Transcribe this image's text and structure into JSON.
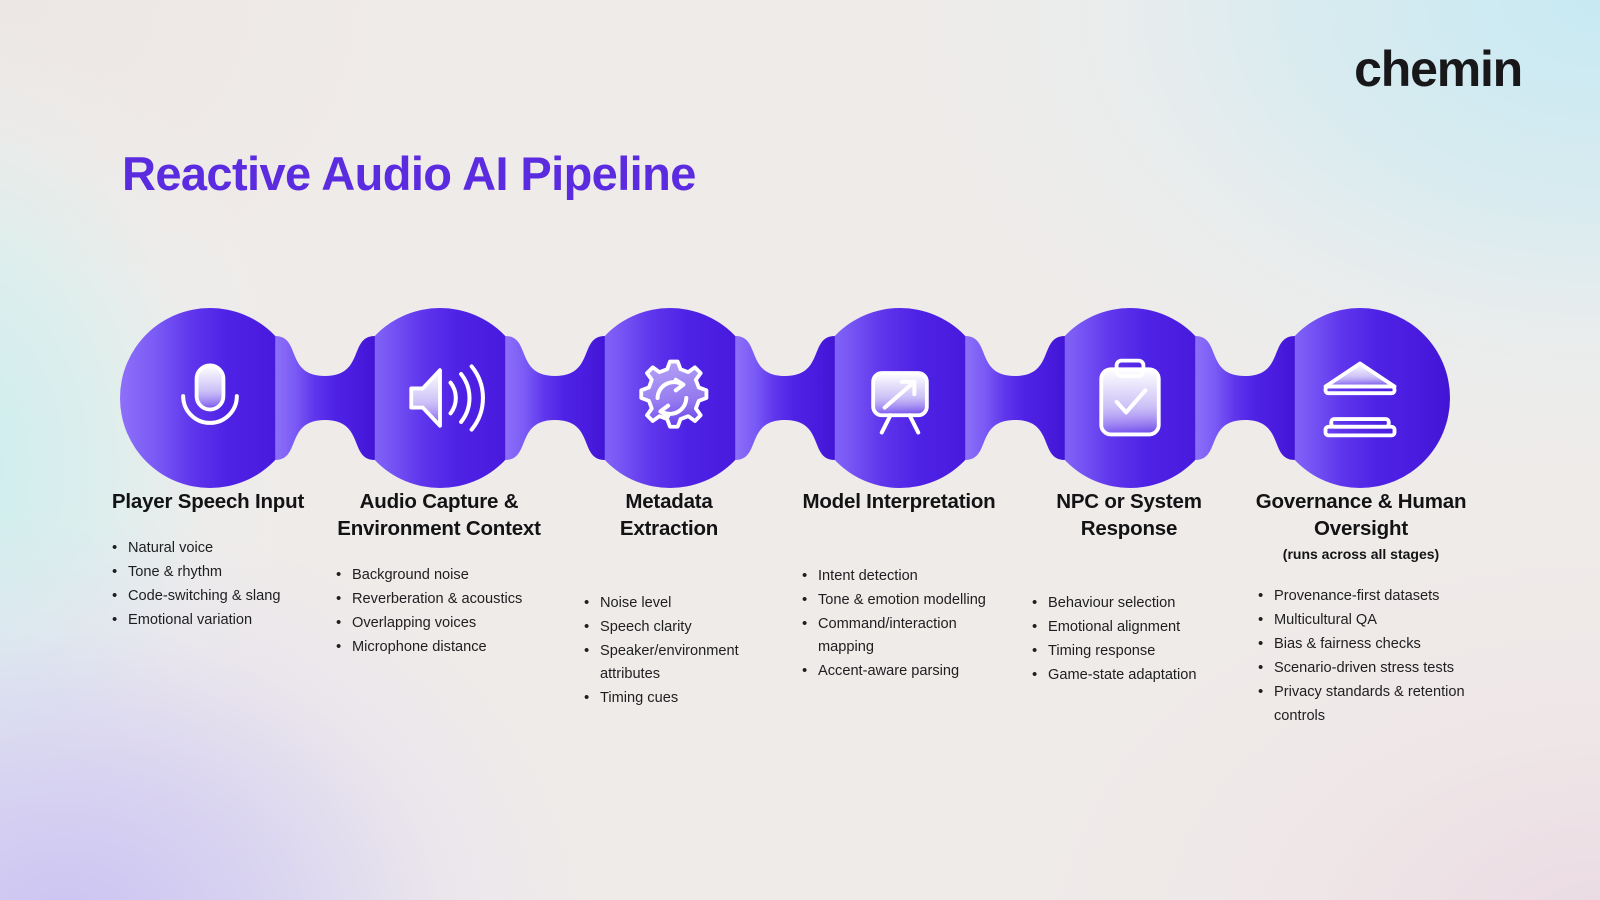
{
  "brand": {
    "logo_text": "chemin"
  },
  "header": {
    "title": "Reactive Audio AI Pipeline"
  },
  "colors": {
    "title": "#5B2BE0",
    "node_start": "#8B6CF8",
    "node_end": "#4318D8",
    "text": "#131315",
    "background": "#EFEBE9"
  },
  "pipeline": {
    "stages": [
      {
        "icon": "microphone-icon",
        "title": "Player Speech Input",
        "subtitle": "",
        "node_color": "#8B6CF8",
        "items": [
          "Natural voice",
          "Tone & rhythm",
          "Code-switching & slang",
          "Emotional variation"
        ]
      },
      {
        "icon": "speaker-volume-icon",
        "title": "Audio Capture & Environment Context",
        "subtitle": "",
        "node_color": "#7453F3",
        "items": [
          "Background noise",
          "Reverberation & acoustics",
          "Overlapping voices",
          "Microphone distance"
        ]
      },
      {
        "icon": "gear-refresh-icon",
        "title": "Metadata Extraction",
        "subtitle": "",
        "node_color": "#5E33EC",
        "items": [
          "Noise level",
          "Speech clarity",
          "Speaker/environment attributes",
          "Timing cues"
        ]
      },
      {
        "icon": "presentation-chart-icon",
        "title": "Model Interpretation",
        "subtitle": "",
        "node_color": "#4F22E4",
        "items": [
          "Intent detection",
          "Tone & emotion modelling",
          "Command/interaction mapping",
          "Accent-aware parsing"
        ]
      },
      {
        "icon": "clipboard-check-icon",
        "title": "NPC or System Response",
        "subtitle": "",
        "node_color": "#4A1CE0",
        "items": [
          "Behaviour selection",
          "Emotional alignment",
          "Timing response",
          "Game-state adaptation"
        ]
      },
      {
        "icon": "bank-institution-icon",
        "title": "Governance & Human Oversight",
        "subtitle": "(runs across all stages)",
        "node_color": "#4318D8",
        "items": [
          "Provenance-first datasets",
          "Multicultural QA",
          "Bias & fairness checks",
          "Scenario-driven stress tests",
          "Privacy standards & retention controls"
        ]
      }
    ]
  }
}
